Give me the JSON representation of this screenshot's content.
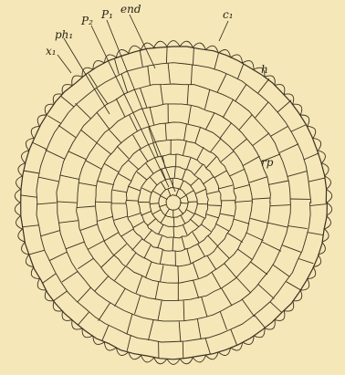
{
  "figure": {
    "background": "#f5e7b7",
    "ink": "#3a3020",
    "labels": {
      "x1": "x₁",
      "ph1": "ph₁",
      "p2": "P₂",
      "p1": "P₁",
      "end": "end",
      "c1": "c₁",
      "h": "h",
      "rp": "rp"
    }
  }
}
